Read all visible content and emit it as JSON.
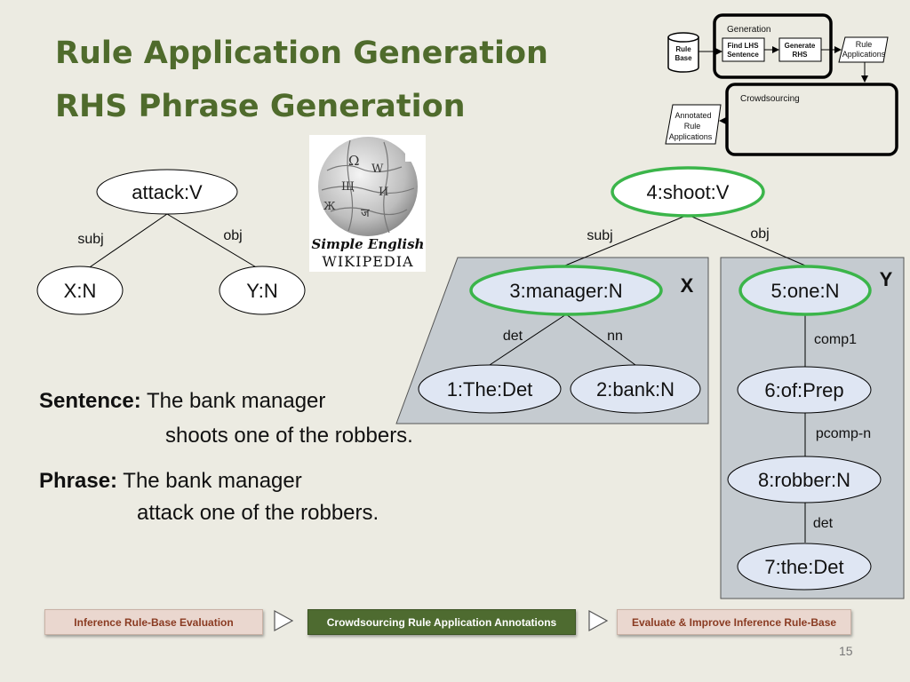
{
  "slide": {
    "title_line1": "Rule Application Generation",
    "title_line2": "RHS Phrase Generation",
    "page_number": "15"
  },
  "flow": {
    "rule_base": [
      "Rule",
      "Base"
    ],
    "generation_label": "Generation",
    "find_lhs": [
      "Find LHS",
      "Sentence"
    ],
    "generate_rhs": [
      "Generate",
      "RHS"
    ],
    "rule_applications": [
      "Rule",
      "Applications"
    ],
    "crowdsourcing_label": "Crowdsourcing",
    "annotated": [
      "Annotated",
      "Rule",
      "Applications"
    ]
  },
  "rule_tree": {
    "root": "attack:V",
    "left_edge": "subj",
    "right_edge": "obj",
    "left": "X:N",
    "right": "Y:N"
  },
  "logo": {
    "line1": "Simple English",
    "line2": "Wikipedia"
  },
  "parse_tree": {
    "root": "4:shoot:V",
    "subj_edge": "subj",
    "obj_edge": "obj",
    "x_marker": "X",
    "y_marker": "Y",
    "manager": "3:manager:N",
    "det_edge": "det",
    "nn_edge": "nn",
    "the_det": "1:The:Det",
    "bank": "2:bank:N",
    "one": "5:one:N",
    "comp1_edge": "comp1",
    "of_prep": "6:of:Prep",
    "pcomp_edge": "pcomp-n",
    "robber": "8:robber:N",
    "det2_edge": "det",
    "the_det2": "7:the:Det"
  },
  "text": {
    "sentence_label": "Sentence:",
    "sentence_line1": "The bank manager",
    "sentence_line2": "shoots one of the robbers.",
    "phrase_label": "Phrase:",
    "phrase_line1": "The bank manager",
    "phrase_line2": "attack one of the robbers."
  },
  "steps": [
    "Inference Rule-Base Evaluation",
    "Crowdsourcing Rule Application Annotations",
    "Evaluate & Improve Inference Rule-Base"
  ],
  "colors": {
    "title": "#4f6b2c",
    "highlight_ellipse": "#3bb54a",
    "subtree_fill": "#c5cbd0",
    "node_fill": "#dfe6f3"
  }
}
